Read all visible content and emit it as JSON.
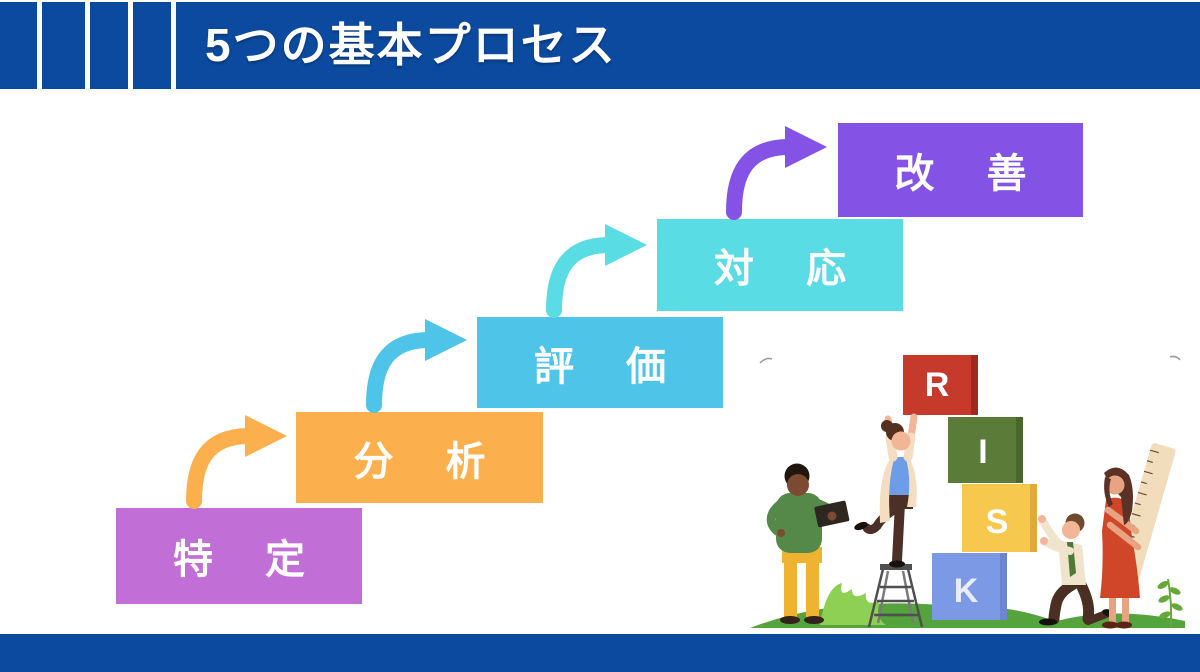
{
  "slide": {
    "title": "5つの基本プロセス",
    "theme": {
      "header_bar": "#0b4a9e",
      "footer_bar": "#0b4a9e",
      "background": "#ffffff",
      "title_color": "#ffffff"
    }
  },
  "steps": [
    {
      "label": "特　定",
      "color": "#c26ed7"
    },
    {
      "label": "分　析",
      "color": "#fbb04d"
    },
    {
      "label": "評　価",
      "color": "#4ec4e8"
    },
    {
      "label": "対　応",
      "color": "#59dce3"
    },
    {
      "label": "改　善",
      "color": "#8452e5"
    }
  ],
  "arrows": [
    {
      "to": "分析",
      "color": "#fbb04d"
    },
    {
      "to": "評価",
      "color": "#4ec4e8"
    },
    {
      "to": "対応",
      "color": "#59dce3"
    },
    {
      "to": "改善",
      "color": "#8452e5"
    }
  ],
  "illustration": {
    "word": "RISK",
    "blocks": [
      {
        "letter": "R",
        "color": "#c53a2a",
        "shade": "#9e2b1d"
      },
      {
        "letter": "I",
        "color": "#5b7c38",
        "shade": "#49672b"
      },
      {
        "letter": "S",
        "color": "#f6c94e",
        "shade": "#e0aa3a"
      },
      {
        "letter": "K",
        "color": "#7b99e4",
        "shade": "#6c86cf"
      }
    ]
  }
}
